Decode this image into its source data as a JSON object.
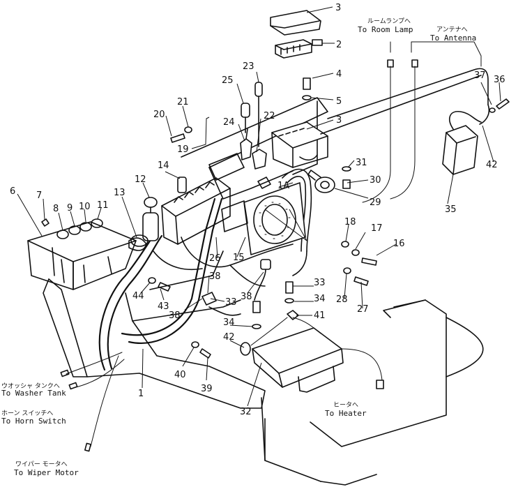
{
  "labels": {
    "p1": "1",
    "p1a": "1A",
    "p2": "2",
    "p3a": "3",
    "p3b": "3",
    "p4": "4",
    "p5": "5",
    "p6": "6",
    "p7": "7",
    "p8": "8",
    "p9": "9",
    "p10": "10",
    "p11": "11",
    "p12": "12",
    "p13": "13",
    "p14": "14",
    "p15": "15",
    "p16": "16",
    "p17": "17",
    "p18": "18",
    "p19": "19",
    "p20": "20",
    "p21": "21",
    "p22": "22",
    "p23": "23",
    "p24": "24",
    "p25": "25",
    "p26": "26",
    "p27": "27",
    "p28": "28",
    "p29": "29",
    "p30": "30",
    "p31": "31",
    "p32": "32",
    "p33a": "33",
    "p33b": "33",
    "p34a": "34",
    "p34b": "34",
    "p35": "35",
    "p36": "36",
    "p37": "37",
    "p38a": "38",
    "p38b": "38",
    "p38c": "38",
    "p39": "39",
    "p40": "40",
    "p41": "41",
    "p42a": "42",
    "p42b": "42",
    "p43": "43",
    "p44": "44"
  },
  "destinations": {
    "room_lamp_jp": "ルームランプへ",
    "room_lamp": "To Room Lamp",
    "antenna_jp": "アンテナへ",
    "antenna": "To Antenna",
    "washer_jp": "ウオッシャ タンクへ",
    "washer": "To Washer Tank",
    "horn_jp": "ホーン スイッチへ",
    "horn": "To Horn Switch",
    "wiper_jp": "ワイパー モータへ",
    "wiper": "To Wiper Motor",
    "heater_jp": "ヒータへ",
    "heater": "To Heater"
  }
}
